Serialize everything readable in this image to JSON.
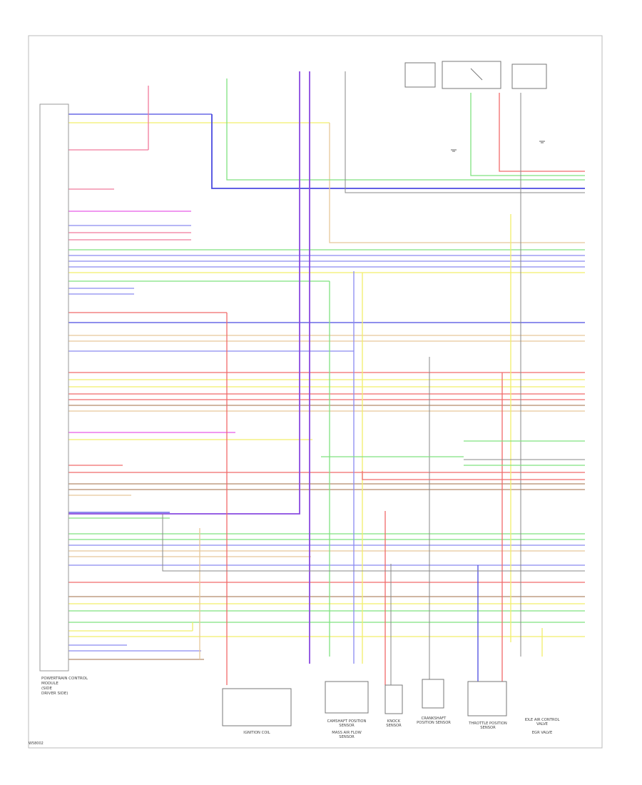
{
  "diagram": {
    "ecm_caption": "POWERTRAIN CONTROL\nMODULE\n(SIDE\nDRIVER SIDE)",
    "page_ref": "W58002",
    "components": [
      {
        "id": "ignition-coil",
        "label": "IGNITION COIL"
      },
      {
        "id": "camshaft-position-sensor",
        "label": "CAMSHAFT POSITION\nSENSOR"
      },
      {
        "id": "knock-sensor",
        "label": "KNOCK\nSENSOR"
      },
      {
        "id": "crankshaft-position-sensor",
        "label": "CRANKSHAFT\nPOSITION SENSOR"
      },
      {
        "id": "throttle-position-sensor",
        "label": "THROTTLE POSITION\nSENSOR"
      },
      {
        "id": "idle-air-control-valve",
        "label": "IDLE AIR CONTROL\nVALVE"
      },
      {
        "id": "mass-air-flow-sensor",
        "label": "MASS AIR FLOW\nSENSOR"
      },
      {
        "id": "egr-valve",
        "label": "EGR VALVE"
      }
    ],
    "colors": {
      "blue": "#4a4ae0",
      "yellow": "#f2ef6a",
      "pink": "#f07a9c",
      "green": "#7fe27f",
      "purple": "#8a4ae0",
      "magenta": "#e85ae8",
      "red": "#f06a6a",
      "tan": "#e6c89a",
      "brown": "#b38a6a",
      "gray": "#888888",
      "lightblue": "#8a8af0",
      "black": "#555555"
    }
  }
}
